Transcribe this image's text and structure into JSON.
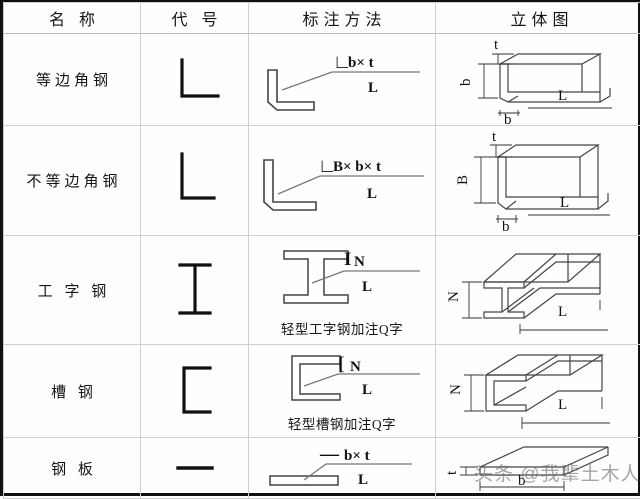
{
  "table": {
    "headers": [
      "名 称",
      "代 号",
      "标注方法",
      "立体图"
    ],
    "rows": [
      {
        "name": "等边角钢",
        "symbol_icon": "equal-angle-symbol",
        "mark_icon": "equal-angle-leader",
        "mark_numerator": "b× t",
        "mark_prefix": "∟",
        "mark_denominator": "L",
        "note": "",
        "iso_icon": "equal-angle-isometric",
        "iso_dims": [
          "t",
          "b",
          "b",
          "L"
        ]
      },
      {
        "name": "不等边角钢",
        "symbol_icon": "unequal-angle-symbol",
        "mark_icon": "unequal-angle-leader",
        "mark_numerator": "B× b× t",
        "mark_prefix": "∟",
        "mark_denominator": "L",
        "note": "",
        "iso_icon": "unequal-angle-isometric",
        "iso_dims": [
          "t",
          "B",
          "b",
          "L"
        ]
      },
      {
        "name": "工 字 钢",
        "symbol_icon": "i-beam-symbol",
        "mark_icon": "i-beam-leader",
        "mark_numerator": "N",
        "mark_prefix": "I",
        "mark_denominator": "L",
        "note": "轻型工字钢加注Q字",
        "iso_icon": "i-beam-isometric",
        "iso_dims": [
          "N",
          "L"
        ]
      },
      {
        "name": "槽 钢",
        "symbol_icon": "channel-symbol",
        "mark_icon": "channel-leader",
        "mark_numerator": "N",
        "mark_prefix": "[",
        "mark_denominator": "L",
        "note": "轻型槽钢加注Q字",
        "iso_icon": "channel-isometric",
        "iso_dims": [
          "N",
          "L"
        ]
      },
      {
        "name": "钢 板",
        "symbol_icon": "plate-symbol",
        "mark_icon": "plate-leader",
        "mark_numerator": "b× t",
        "mark_prefix": "—",
        "mark_denominator": "L",
        "note": "",
        "iso_icon": "plate-isometric",
        "iso_dims": [
          "t",
          "b"
        ]
      }
    ]
  },
  "watermark": {
    "text": "头条 @我辈土木人"
  },
  "colors": {
    "border": "#111111",
    "grid": "#cfcfcf",
    "text": "#151515",
    "watermark": "#6e6e6e"
  }
}
